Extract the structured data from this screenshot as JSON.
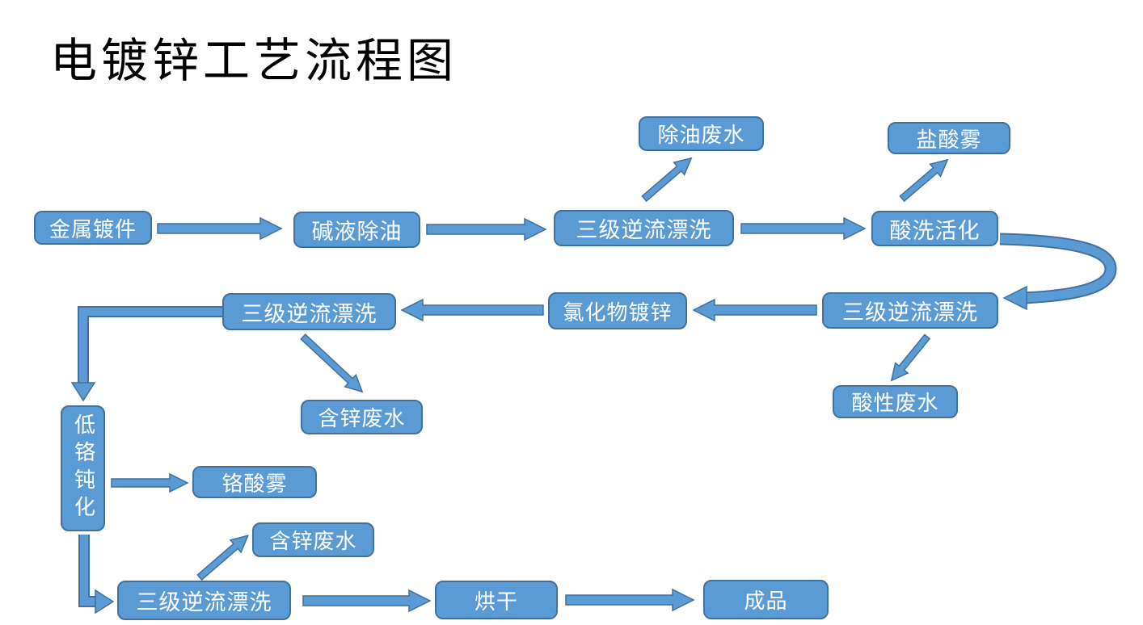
{
  "title": "电镀锌工艺流程图",
  "colors": {
    "node_fill": "#5B9BD5",
    "node_border": "#41719C",
    "node_text": "#FFFFFF",
    "title_text": "#000000",
    "background": "#FFFFFF"
  },
  "nodes": {
    "metal_part": {
      "label": "金属镀件"
    },
    "alkali_degrease": {
      "label": "碱液除油"
    },
    "rinse1": {
      "label": "三级逆流漂洗"
    },
    "acid_activation": {
      "label": "酸洗活化"
    },
    "degrease_wastewater": {
      "label": "除油废水"
    },
    "hcl_mist": {
      "label": "盐酸雾"
    },
    "rinse2_left": {
      "label": "三级逆流漂洗"
    },
    "chloride_zinc": {
      "label": "氯化物镀锌"
    },
    "rinse2_right": {
      "label": "三级逆流漂洗"
    },
    "acid_wastewater": {
      "label": "酸性废水"
    },
    "zinc_wastewater1": {
      "label": "含锌废水"
    },
    "low_chrome": {
      "label": "低铬钝化"
    },
    "chromic_mist": {
      "label": "铬酸雾"
    },
    "zinc_wastewater2": {
      "label": "含锌废水"
    },
    "rinse4": {
      "label": "三级逆流漂洗"
    },
    "drying": {
      "label": "烘干"
    },
    "finished": {
      "label": "成品"
    }
  },
  "edges": [
    {
      "from": "金属镀件",
      "to": "碱液除油",
      "style": "straight"
    },
    {
      "from": "碱液除油",
      "to": "三级逆流漂洗",
      "style": "straight"
    },
    {
      "from": "三级逆流漂洗",
      "to": "除油废水",
      "style": "diagonal"
    },
    {
      "from": "三级逆流漂洗",
      "to": "酸洗活化",
      "style": "straight"
    },
    {
      "from": "酸洗活化",
      "to": "盐酸雾",
      "style": "diagonal"
    },
    {
      "from": "酸洗活化",
      "to": "三级逆流漂洗",
      "style": "curved"
    },
    {
      "from": "三级逆流漂洗",
      "to": "氯化物镀锌",
      "style": "straight"
    },
    {
      "from": "三级逆流漂洗",
      "to": "酸性废水",
      "style": "diagonal"
    },
    {
      "from": "氯化物镀锌",
      "to": "三级逆流漂洗",
      "style": "straight"
    },
    {
      "from": "三级逆流漂洗",
      "to": "含锌废水",
      "style": "diagonal"
    },
    {
      "from": "三级逆流漂洗",
      "to": "低铬钝化",
      "style": "elbow"
    },
    {
      "from": "低铬钝化",
      "to": "铬酸雾",
      "style": "straight"
    },
    {
      "from": "低铬钝化",
      "to": "三级逆流漂洗",
      "style": "elbow"
    },
    {
      "from": "三级逆流漂洗",
      "to": "含锌废水",
      "style": "diagonal"
    },
    {
      "from": "三级逆流漂洗",
      "to": "烘干",
      "style": "straight"
    },
    {
      "from": "烘干",
      "to": "成品",
      "style": "straight"
    }
  ]
}
